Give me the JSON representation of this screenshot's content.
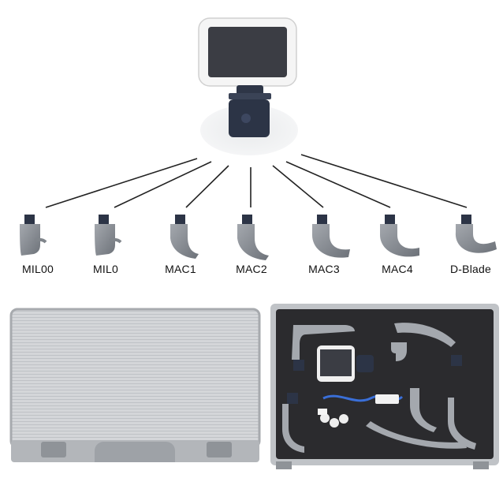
{
  "blades": [
    {
      "label": "MIL00"
    },
    {
      "label": "MIL0"
    },
    {
      "label": "MAC1"
    },
    {
      "label": "MAC2"
    },
    {
      "label": "MAC3"
    },
    {
      "label": "MAC4"
    },
    {
      "label": "D-Blade"
    }
  ],
  "colors": {
    "handle": "#2c3446",
    "screen_bezel": "#f2f2f2",
    "screen": "#3a3d46",
    "blade": "#8a8f96",
    "case_aluminum": "#c9ccd0",
    "foam": "#2b2b2e"
  }
}
